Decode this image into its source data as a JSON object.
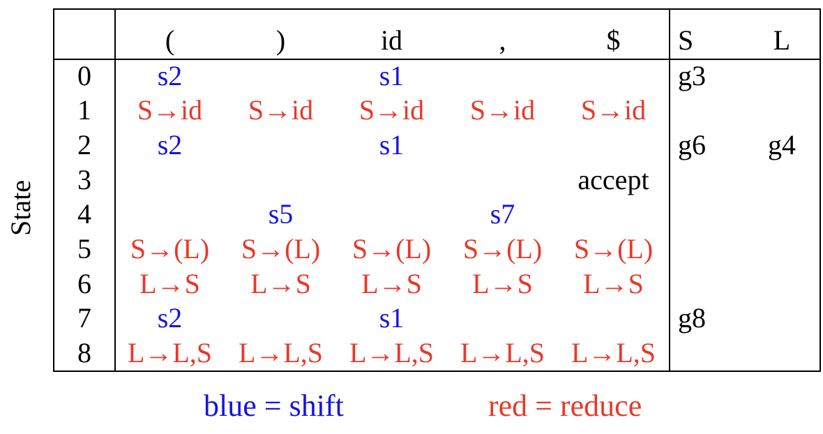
{
  "axis_label": "State",
  "legend": {
    "shift_label": "blue = shift",
    "reduce_label": "red = reduce"
  },
  "colors": {
    "shift_blue": "#1714dd",
    "reduce_red": "#e8392a",
    "text_black": "#000000",
    "border_black": "#000000",
    "background": "#ffffff"
  },
  "table": {
    "terminal_headers": [
      "(",
      ")",
      "id",
      ",",
      "$"
    ],
    "nonterminal_headers": [
      "S",
      "L"
    ],
    "rows": [
      {
        "state": "0",
        "actions": [
          {
            "text": "s2",
            "kind": "shift"
          },
          null,
          {
            "text": "s1",
            "kind": "shift"
          },
          null,
          null
        ],
        "gotos": [
          "g3",
          null
        ]
      },
      {
        "state": "1",
        "actions": [
          {
            "text": "S→id",
            "kind": "reduce"
          },
          {
            "text": "S→id",
            "kind": "reduce"
          },
          {
            "text": "S→id",
            "kind": "reduce"
          },
          {
            "text": "S→id",
            "kind": "reduce"
          },
          {
            "text": "S→id",
            "kind": "reduce"
          }
        ],
        "gotos": [
          null,
          null
        ]
      },
      {
        "state": "2",
        "actions": [
          {
            "text": "s2",
            "kind": "shift"
          },
          null,
          {
            "text": "s1",
            "kind": "shift"
          },
          null,
          null
        ],
        "gotos": [
          "g6",
          "g4"
        ]
      },
      {
        "state": "3",
        "actions": [
          null,
          null,
          null,
          null,
          {
            "text": "accept",
            "kind": "accept"
          }
        ],
        "gotos": [
          null,
          null
        ]
      },
      {
        "state": "4",
        "actions": [
          null,
          {
            "text": "s5",
            "kind": "shift"
          },
          null,
          {
            "text": "s7",
            "kind": "shift"
          },
          null
        ],
        "gotos": [
          null,
          null
        ]
      },
      {
        "state": "5",
        "actions": [
          {
            "text": "S→(L)",
            "kind": "reduce"
          },
          {
            "text": "S→(L)",
            "kind": "reduce"
          },
          {
            "text": "S→(L)",
            "kind": "reduce"
          },
          {
            "text": "S→(L)",
            "kind": "reduce"
          },
          {
            "text": "S→(L)",
            "kind": "reduce"
          }
        ],
        "gotos": [
          null,
          null
        ]
      },
      {
        "state": "6",
        "actions": [
          {
            "text": "L→S",
            "kind": "reduce"
          },
          {
            "text": "L→S",
            "kind": "reduce"
          },
          {
            "text": "L→S",
            "kind": "reduce"
          },
          {
            "text": "L→S",
            "kind": "reduce"
          },
          {
            "text": "L→S",
            "kind": "reduce"
          }
        ],
        "gotos": [
          null,
          null
        ]
      },
      {
        "state": "7",
        "actions": [
          {
            "text": "s2",
            "kind": "shift"
          },
          null,
          {
            "text": "s1",
            "kind": "shift"
          },
          null,
          null
        ],
        "gotos": [
          "g8",
          null
        ]
      },
      {
        "state": "8",
        "actions": [
          {
            "text": "L→L,S",
            "kind": "reduce"
          },
          {
            "text": "L→L,S",
            "kind": "reduce"
          },
          {
            "text": "L→L,S",
            "kind": "reduce"
          },
          {
            "text": "L→L,S",
            "kind": "reduce"
          },
          {
            "text": "L→L,S",
            "kind": "reduce"
          }
        ],
        "gotos": [
          null,
          null
        ]
      }
    ]
  }
}
